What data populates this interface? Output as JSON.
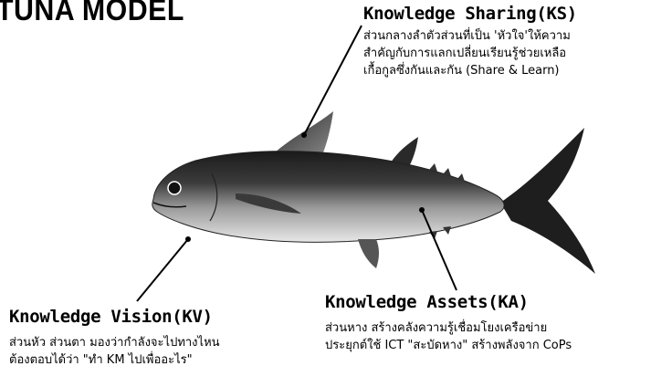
{
  "title": "TUNA MODEL",
  "labels": {
    "ks": {
      "heading": "Knowledge Sharing(KS)",
      "lines": [
        "ส่วนกลางลำตัวส่วนที่เป็น 'หัวใจ'ให้ความ",
        "สำคัญกับการแลกเปลี่ยนเรียนรู้ช่วยเหลือ",
        "เกื้อกูลซึ่งกันและกัน (Share & Learn)"
      ]
    },
    "kv": {
      "heading": "Knowledge Vision(KV)",
      "lines": [
        "ส่วนหัว ส่วนตา มองว่ากำลังจะไปทางไหน",
        "ต้องตอบได้ว่า \"ทำ KM ไปเพื่ออะไร\""
      ]
    },
    "ka": {
      "heading": "Knowledge Assets(KA)",
      "lines": [
        "ส่วนหาง สร้างคลังความรู้เชื่อมโยงเครือข่าย",
        "ประยุกต์ใช้ ICT \"สะบัดหาง\" สร้างพลังจาก CoPs"
      ]
    }
  },
  "colors": {
    "ink": "#000000",
    "fish_dark": "#1a1a1a",
    "fish_mid": "#6e6e6e",
    "fish_light": "#e6e6e6"
  }
}
